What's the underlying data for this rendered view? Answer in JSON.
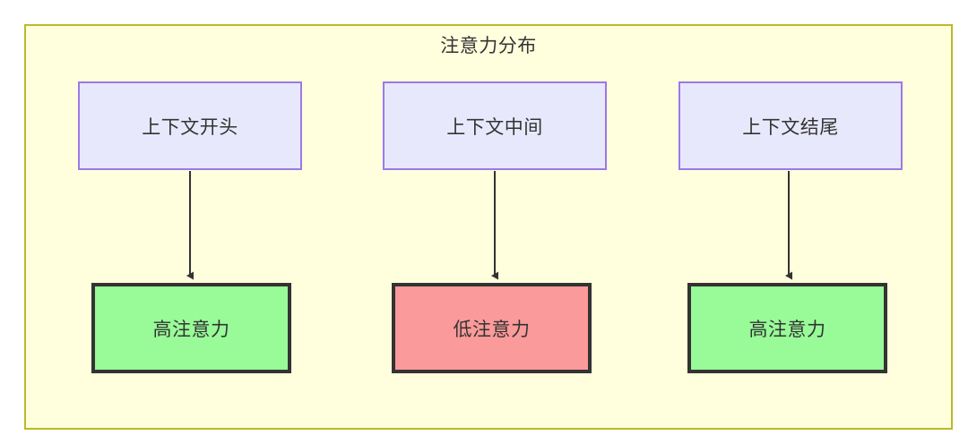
{
  "diagram": {
    "title": "注意力分布",
    "container": {
      "fill": "#ffffdd",
      "border_color": "#bdb82e"
    },
    "nodes": {
      "top": [
        {
          "id": "top-1",
          "label": "上下文开头",
          "fill": "#e8e8fd",
          "border_color": "#9b79e8"
        },
        {
          "id": "top-2",
          "label": "上下文中间",
          "fill": "#e8e8fd",
          "border_color": "#9b79e8"
        },
        {
          "id": "top-3",
          "label": "上下文结尾",
          "fill": "#e8e8fd",
          "border_color": "#9b79e8"
        }
      ],
      "bottom": [
        {
          "id": "bottom-1",
          "label": "高注意力",
          "fill": "#98fb98",
          "border_color": "#333333"
        },
        {
          "id": "bottom-2",
          "label": "低注意力",
          "fill": "#fb9a9a",
          "border_color": "#333333"
        },
        {
          "id": "bottom-3",
          "label": "高注意力",
          "fill": "#98fb98",
          "border_color": "#333333"
        }
      ]
    },
    "edges": [
      {
        "from": "top-1",
        "to": "bottom-1",
        "label": ""
      },
      {
        "from": "top-2",
        "to": "bottom-2",
        "label": ""
      },
      {
        "from": "top-3",
        "to": "bottom-3",
        "label": ""
      }
    ],
    "edge_color": "#333333"
  }
}
